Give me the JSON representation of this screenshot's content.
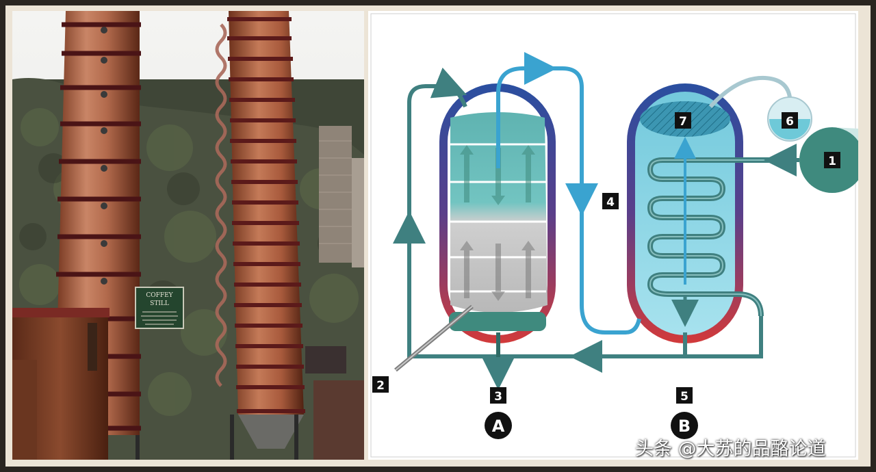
{
  "photo": {
    "sign_line1": "COFFEY",
    "sign_line2": "STILL"
  },
  "diagram": {
    "labels": {
      "n1": "1",
      "n2": "2",
      "n3": "3",
      "n4": "4",
      "n5": "5",
      "n6": "6",
      "n7": "7",
      "A": "A",
      "B": "B"
    },
    "colors": {
      "vessel_top": "#2a4fa0",
      "vessel_bottom": "#d23a3a",
      "steam_pipe": "#3aa3d0",
      "wash_pipe": "#3f8080",
      "column_fill_top": "#6fc0bd",
      "column_fill_bottom": "#c9c9c9",
      "rectifier_fill": "#8fd6e6"
    }
  },
  "watermark": "头条 @大苏的品酪论道"
}
